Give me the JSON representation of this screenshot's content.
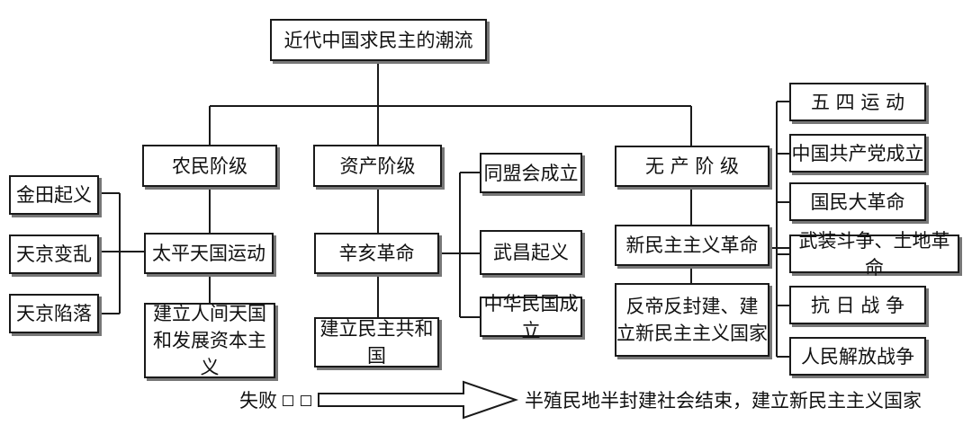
{
  "title": "近代中国求民主的潮流",
  "peasant": {
    "class": "农民阶级",
    "movement": "太平天国运动",
    "goal": "建立人间天国\n和发展资本主义",
    "events": [
      "金田起义",
      "天京变乱",
      "天京陷落"
    ]
  },
  "bourgeois": {
    "class": "资产阶级",
    "movement": "辛亥革命",
    "goal": "建立民主共和国",
    "events": [
      "同盟会成立",
      "武昌起义",
      "中华民国成立"
    ]
  },
  "proletariat": {
    "class": "无 产 阶 级",
    "movement": "新民主主义革命",
    "goal": "反帝反封建、建\n立新民主主义国家",
    "events": [
      "五 四 运 动",
      "中国共产党成立",
      "国民大革命",
      "武装斗争、土地革命",
      "抗 日 战 争",
      "人民解放战争"
    ]
  },
  "bottom": {
    "left": "失败",
    "right": "半殖民地半封建社会结束，建立新民主主义国家"
  }
}
